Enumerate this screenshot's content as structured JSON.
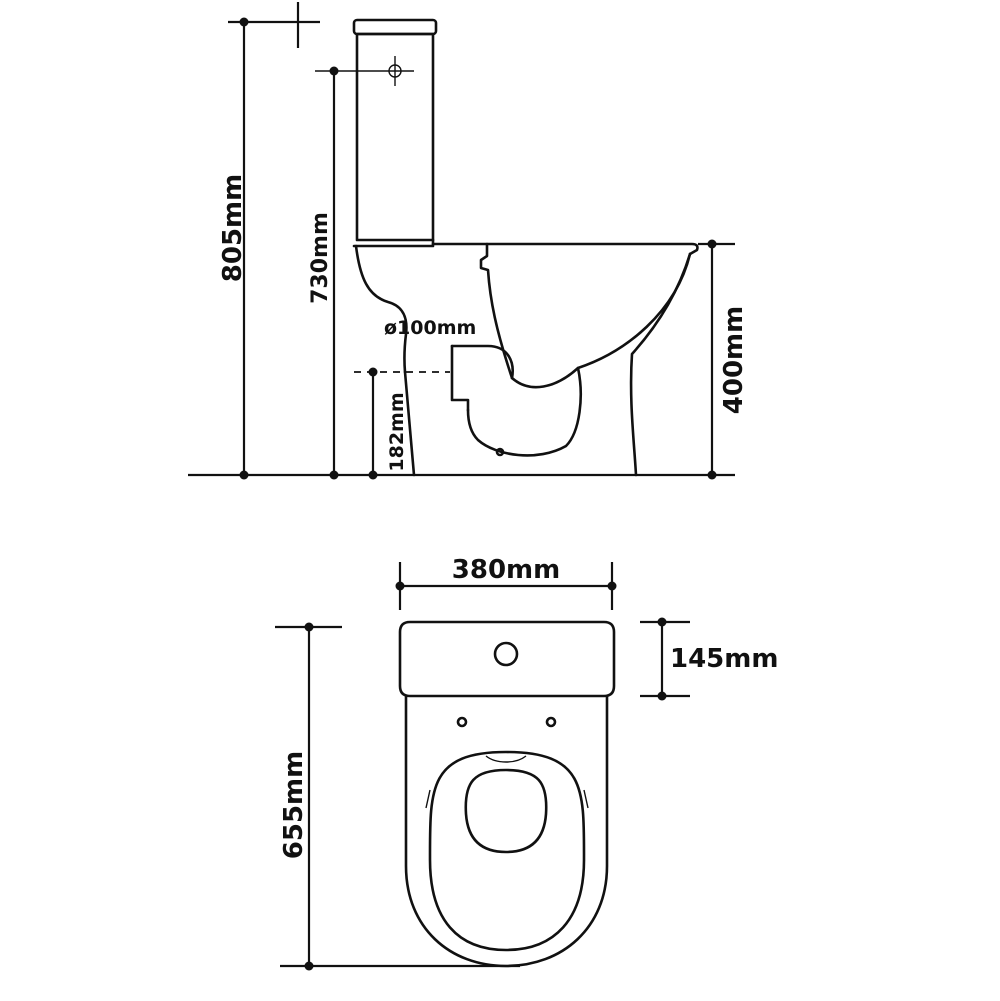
{
  "dimensions": {
    "overall_height": "805mm",
    "tank_inlet_height": "730mm",
    "outlet_diameter": "ø100mm",
    "outlet_height": "182mm",
    "seat_height": "400mm",
    "width": "380mm",
    "tank_depth": "145mm",
    "overall_length": "655mm"
  },
  "colors": {
    "line": "#111111",
    "background": "#ffffff"
  }
}
